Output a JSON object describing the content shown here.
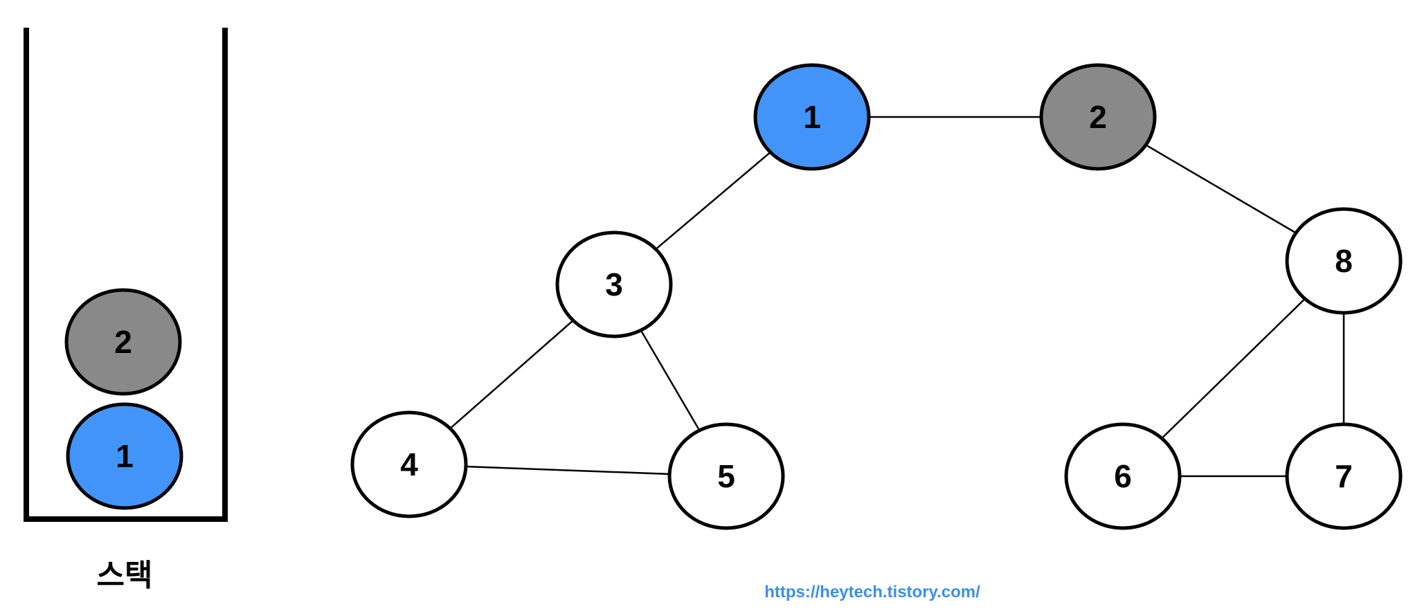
{
  "colors": {
    "visited": "#4394f8",
    "on_stack": "#898989",
    "unvisited": "#ffffff",
    "stroke": "#000000",
    "link": "#3b8fe6"
  },
  "stack": {
    "caption": "스택",
    "items": [
      {
        "label": "1",
        "state": "visited"
      },
      {
        "label": "2",
        "state": "on_stack"
      }
    ]
  },
  "graph": {
    "nodes": [
      {
        "id": "1",
        "label": "1",
        "state": "visited"
      },
      {
        "id": "2",
        "label": "2",
        "state": "on_stack"
      },
      {
        "id": "3",
        "label": "3",
        "state": "unvisited"
      },
      {
        "id": "4",
        "label": "4",
        "state": "unvisited"
      },
      {
        "id": "5",
        "label": "5",
        "state": "unvisited"
      },
      {
        "id": "6",
        "label": "6",
        "state": "unvisited"
      },
      {
        "id": "7",
        "label": "7",
        "state": "unvisited"
      },
      {
        "id": "8",
        "label": "8",
        "state": "unvisited"
      }
    ],
    "edges": [
      [
        "1",
        "2"
      ],
      [
        "1",
        "3"
      ],
      [
        "2",
        "8"
      ],
      [
        "3",
        "4"
      ],
      [
        "3",
        "5"
      ],
      [
        "4",
        "5"
      ],
      [
        "8",
        "6"
      ],
      [
        "8",
        "7"
      ],
      [
        "6",
        "7"
      ]
    ]
  },
  "watermark": "https://heytech.tistory.com/"
}
